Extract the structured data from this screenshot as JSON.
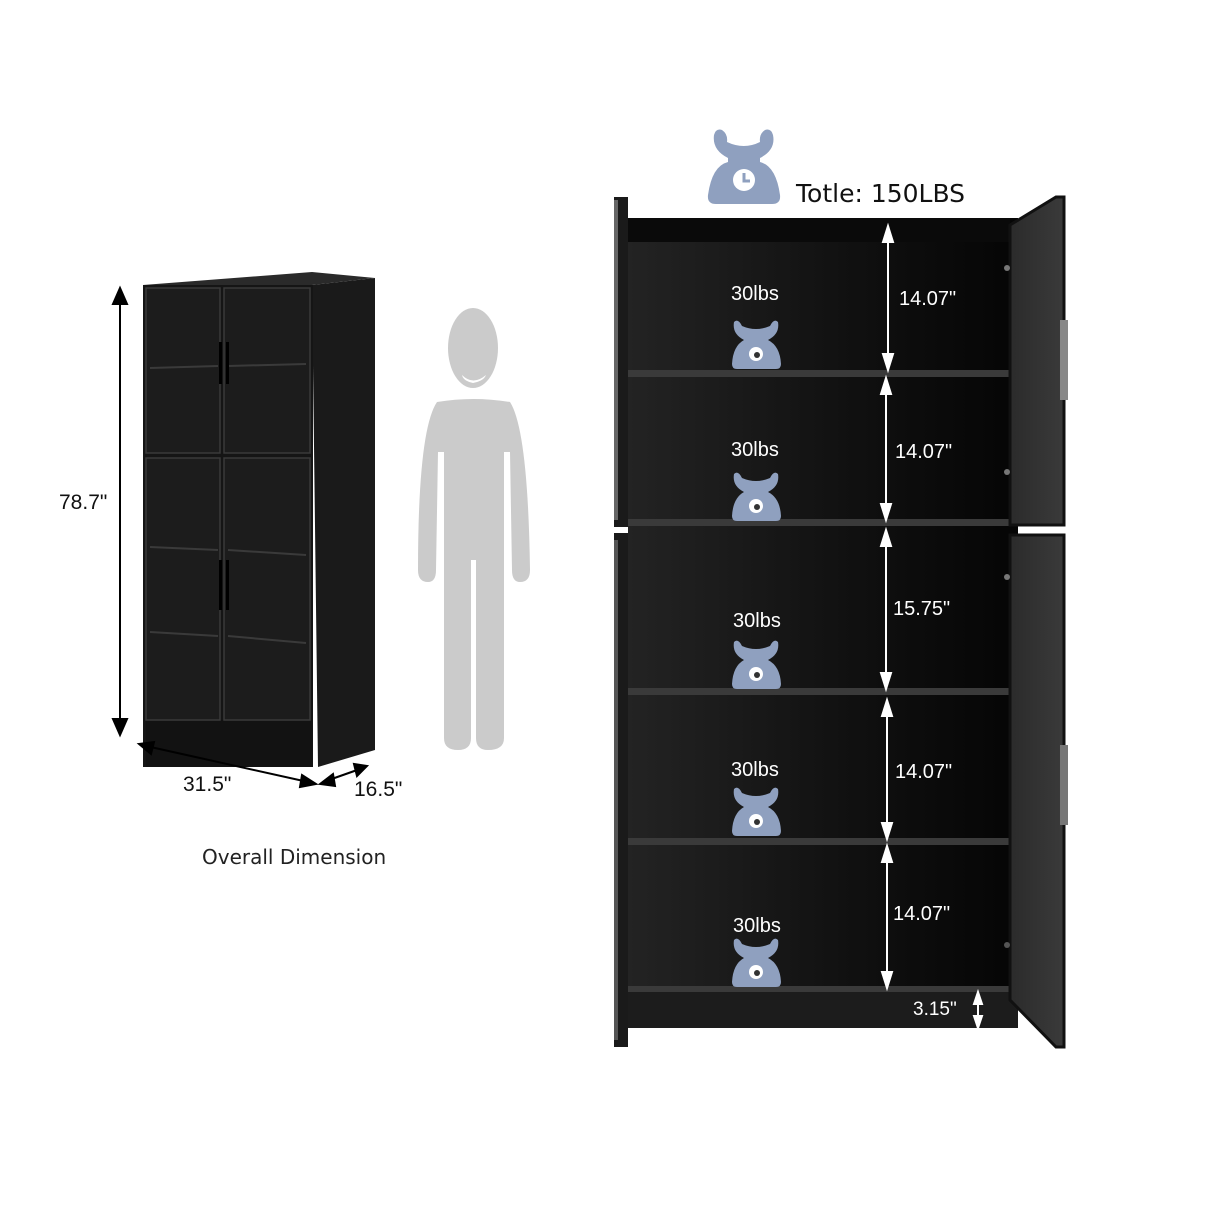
{
  "overall": {
    "height_label": "78.7\"",
    "width_label": "31.5\"",
    "depth_label": "16.5\"",
    "caption": "Overall Dimension"
  },
  "total": {
    "icon": "scale-icon",
    "label": "Totle: 150LBS"
  },
  "shelves": [
    {
      "load": "30lbs",
      "height": "14.07\""
    },
    {
      "load": "30lbs",
      "height": "14.07\""
    },
    {
      "load": "30lbs",
      "height": "15.75\""
    },
    {
      "load": "30lbs",
      "height": "14.07\""
    },
    {
      "load": "30lbs",
      "height": "14.07\""
    }
  ],
  "base": {
    "height": "3.15\""
  },
  "colors": {
    "scale_icon": "#8fa0bf",
    "person": "#cbcbcb",
    "cabinet": "#141414",
    "shelf_edge": "#3a3a3a"
  }
}
